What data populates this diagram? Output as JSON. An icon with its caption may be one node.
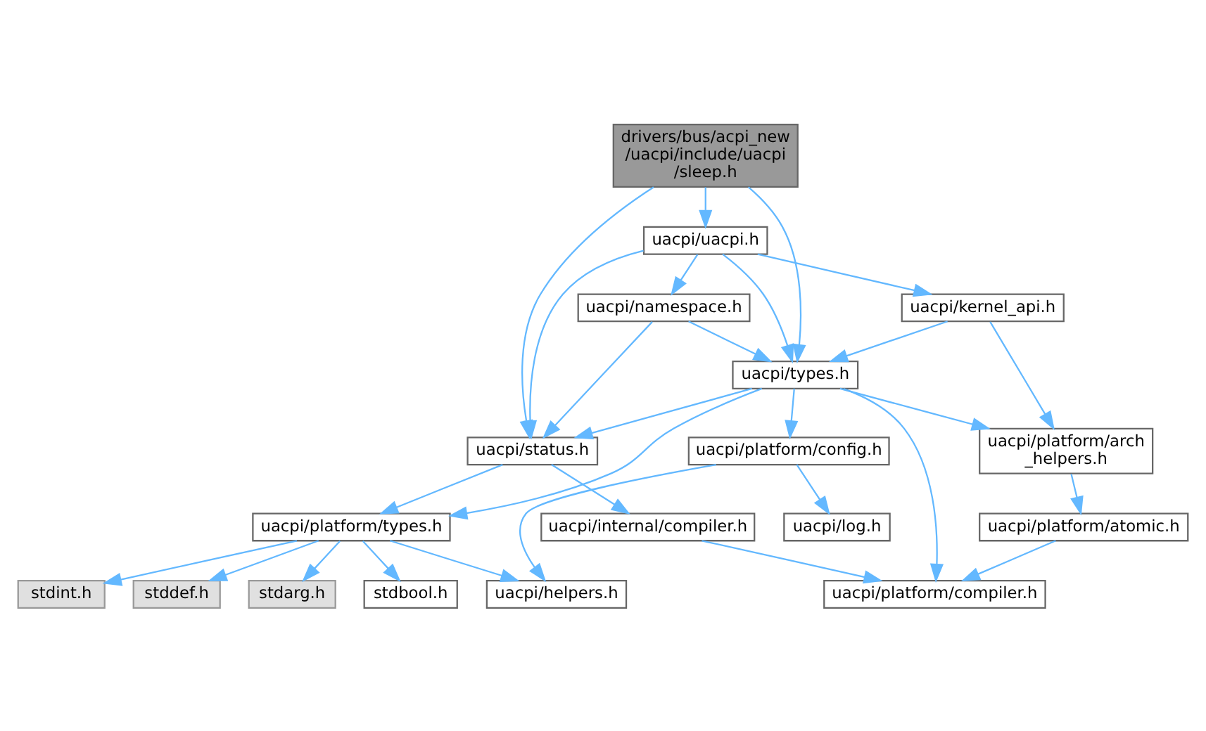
{
  "diagram": {
    "nodes": [
      {
        "text": [
          "drivers/bus/acpi_new /uacpi/include/uacpi /sleep.h"
        ]
      },
      {
        "text": [
          "uacpi/uacpi.h"
        ]
      },
      {
        "text": [
          "uacpi/kernel_api.h"
        ]
      },
      {
        "text": [
          "uacpi/namespace.h"
        ]
      },
      {
        "text": [
          "uacpi/types.h"
        ]
      },
      {
        "text": [
          "uacpi/platform/config.h"
        ]
      },
      {
        "text": [
          "uacpi/platform/arch _helpers.h"
        ]
      },
      {
        "text": [
          "uacpi/status.h"
        ]
      },
      {
        "text": [
          "uacpi/log.h"
        ]
      },
      {
        "text": [
          "uacpi/platform/types.h"
        ]
      },
      {
        "text": [
          "uacpi/platform/atomic.h"
        ]
      },
      {
        "text": [
          "uacpi/internal/compiler.h"
        ]
      },
      {
        "text": [
          "uacpi/helpers.h"
        ]
      },
      {
        "text": [
          "stdint.h"
        ]
      },
      {
        "text": [
          "stddef.h"
        ]
      },
      {
        "text": [
          "stdarg.h"
        ]
      },
      {
        "text": [
          "stdbool.h"
        ]
      },
      {
        "text": [
          "uacpi/platform/compiler.h"
        ]
      }
    ],
    "edges": [
      {
        "from": 0,
        "to": 1,
        "arrow": "to"
      },
      {
        "from": 0,
        "to": 4,
        "arrow": "to"
      },
      {
        "from": 0,
        "to": 7,
        "arrow": "to"
      },
      {
        "from": 1,
        "to": 4,
        "arrow": "to"
      },
      {
        "from": 1,
        "to": 2,
        "arrow": "to"
      },
      {
        "from": 1,
        "to": 3,
        "arrow": "to"
      },
      {
        "from": 1,
        "to": 7,
        "arrow": "to"
      },
      {
        "from": 2,
        "to": 4,
        "arrow": "to"
      },
      {
        "from": 2,
        "to": 6,
        "arrow": "to"
      },
      {
        "from": 3,
        "to": 4,
        "arrow": "to"
      },
      {
        "from": 3,
        "to": 7,
        "arrow": "to"
      },
      {
        "from": 4,
        "to": 5,
        "arrow": "to"
      },
      {
        "from": 4,
        "to": 9,
        "arrow": "to"
      },
      {
        "from": 4,
        "to": 6,
        "arrow": "to"
      },
      {
        "from": 4,
        "to": 7,
        "arrow": "to"
      },
      {
        "from": 4,
        "to": 17,
        "arrow": "to"
      },
      {
        "from": 5,
        "to": 12,
        "arrow": "to"
      },
      {
        "from": 5,
        "to": 8,
        "arrow": "to"
      },
      {
        "from": 7,
        "to": 9,
        "arrow": "to"
      },
      {
        "from": 7,
        "to": 11,
        "arrow": "to"
      },
      {
        "from": 6,
        "to": 10,
        "arrow": "to"
      },
      {
        "from": 9,
        "to": 12,
        "arrow": "to"
      },
      {
        "from": 9,
        "to": 13,
        "arrow": "to"
      },
      {
        "from": 9,
        "to": 14,
        "arrow": "to"
      },
      {
        "from": 9,
        "to": 15,
        "arrow": "to"
      },
      {
        "from": 9,
        "to": 16,
        "arrow": "to"
      },
      {
        "from": 10,
        "to": 17,
        "arrow": "to"
      },
      {
        "from": 11,
        "to": 17,
        "arrow": "to"
      }
    ]
  }
}
